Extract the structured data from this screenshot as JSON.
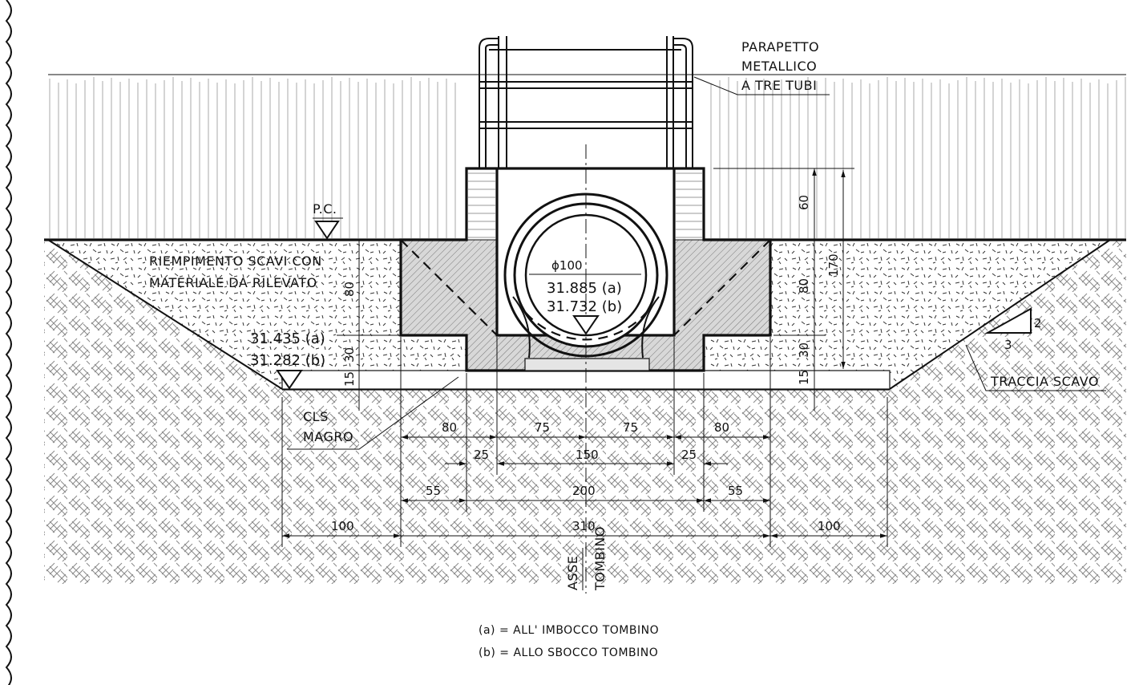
{
  "labels": {
    "parapet": [
      "PARAPETTO",
      "METALLICO",
      "A TRE TUBI"
    ],
    "pc": "P.C.",
    "fill": [
      "RIEMPIMENTO SCAVI CON",
      "MATERIALE DA RILEVATO"
    ],
    "cls": [
      "CLS",
      "MAGRO"
    ],
    "traccia": "TRACCIA SCAVO",
    "axis": [
      "ASSE",
      "TOMBINO"
    ],
    "diameter": "ϕ100",
    "pipe_elev": [
      "31.885  (a)",
      "31.732  (b)"
    ],
    "left_elev": [
      "31.435  (a)",
      "31.282  (b)"
    ],
    "slope": [
      "2",
      "3"
    ]
  },
  "dimensions": {
    "right_vertical": [
      "60",
      "80",
      "30",
      "15"
    ],
    "total_height": "170",
    "left_vertical": [
      "80",
      "30",
      "15"
    ],
    "row1": [
      "80",
      "75",
      "75",
      "80"
    ],
    "row2": [
      "25",
      "150",
      "25"
    ],
    "row3": [
      "55",
      "200",
      "55"
    ],
    "row4": [
      "100",
      "310",
      "100"
    ]
  },
  "legend": [
    "(a) = ALL' IMBOCCO TOMBINO",
    "(b) = ALLO SBOCCO TOMBINO"
  ]
}
